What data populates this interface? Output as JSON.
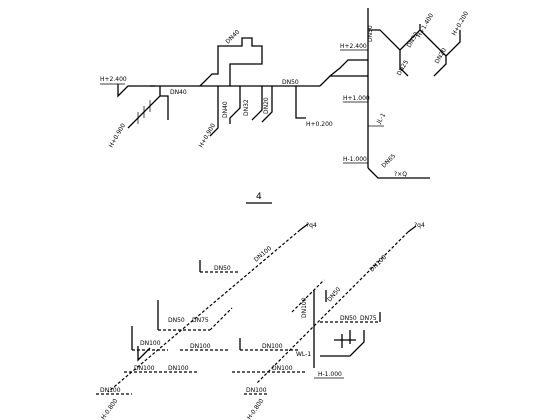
{
  "title": "4",
  "upper": {
    "elev_left": "H+2.400",
    "elev_left_low": "H+0.900",
    "elev_mid_low": "H+0.900",
    "elev_mid_right": "H+0.200",
    "elev_riser_top": "H+2.400",
    "elev_riser_mid": "H+1.000",
    "elev_riser_low": "H-1.000",
    "elev_right_a": "H+1.400",
    "elev_right_b": "H+0.200",
    "riser_label": "JL-1",
    "riser_tag": "?×Q",
    "dn_top": "DN40",
    "dn_left": "DN40",
    "dn_mid": "DN50",
    "dn_v1": "DN40",
    "dn_v2": "DN32",
    "dn_v3": "DN20",
    "dn_riser_top": "DN50",
    "dn_riser_bot": "DN65",
    "dn_right_a": "DN25",
    "dn_right_b": "DN32",
    "dn_right_c": "DN20"
  },
  "lower": {
    "tag_left": "?q4",
    "tag_right": "?q4",
    "dn_diag": "DN100",
    "dn_50a": "DN50",
    "dn_50b": "DN50",
    "dn_75": "DN75",
    "dn_100a": "DN100",
    "dn_100b": "DN100",
    "dn_100c": "DN100",
    "dn_100d": "DN100",
    "dn_100e": "DN100",
    "dn_100f": "DN100",
    "dn_100g": "DN100",
    "dn_100h": "DN100",
    "dn_50c": "DN50",
    "dn_50d": "DN50",
    "dn_75b": "DN75",
    "dn_100v": "DN100",
    "elev_left": "H-0.800",
    "elev_right": "H-0.800",
    "elev_low": "H-1.000",
    "riser_label": "WL-1"
  }
}
